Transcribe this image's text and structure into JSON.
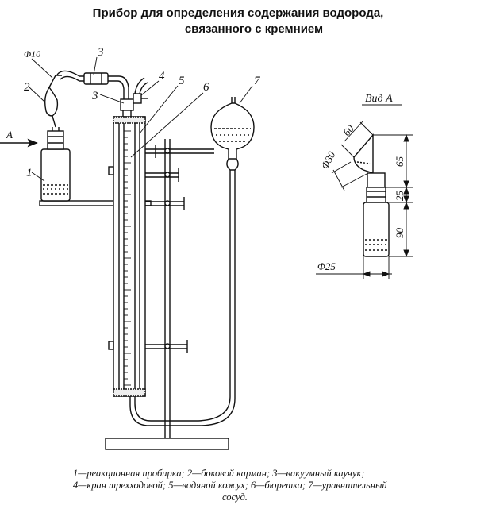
{
  "title": {
    "line1": "Прибор для определения содержания водорода,",
    "line2": "связанного с кремнием"
  },
  "labels": {
    "n1": "1",
    "n2": "2",
    "n3a": "3",
    "n3b": "3",
    "n4": "4",
    "n5": "5",
    "n6": "6",
    "n7": "7",
    "phi10": "Φ10",
    "arrowA": "A",
    "vidA": "Вид A",
    "d60": "60",
    "phi30": "Φ30",
    "d65": "65",
    "d25": "25",
    "d90": "90",
    "phi25": "Φ25"
  },
  "caption": {
    "line1": "1—реакционная пробирка;  2—боковой карман;  3—вакуумный каучук;",
    "line2": "4—кран трехходовой;  5—водяной кожух;  6—бюретка;  7—уравнительный",
    "line3": "сосуд."
  },
  "colors": {
    "ink": "#111111",
    "paper": "#ffffff"
  }
}
